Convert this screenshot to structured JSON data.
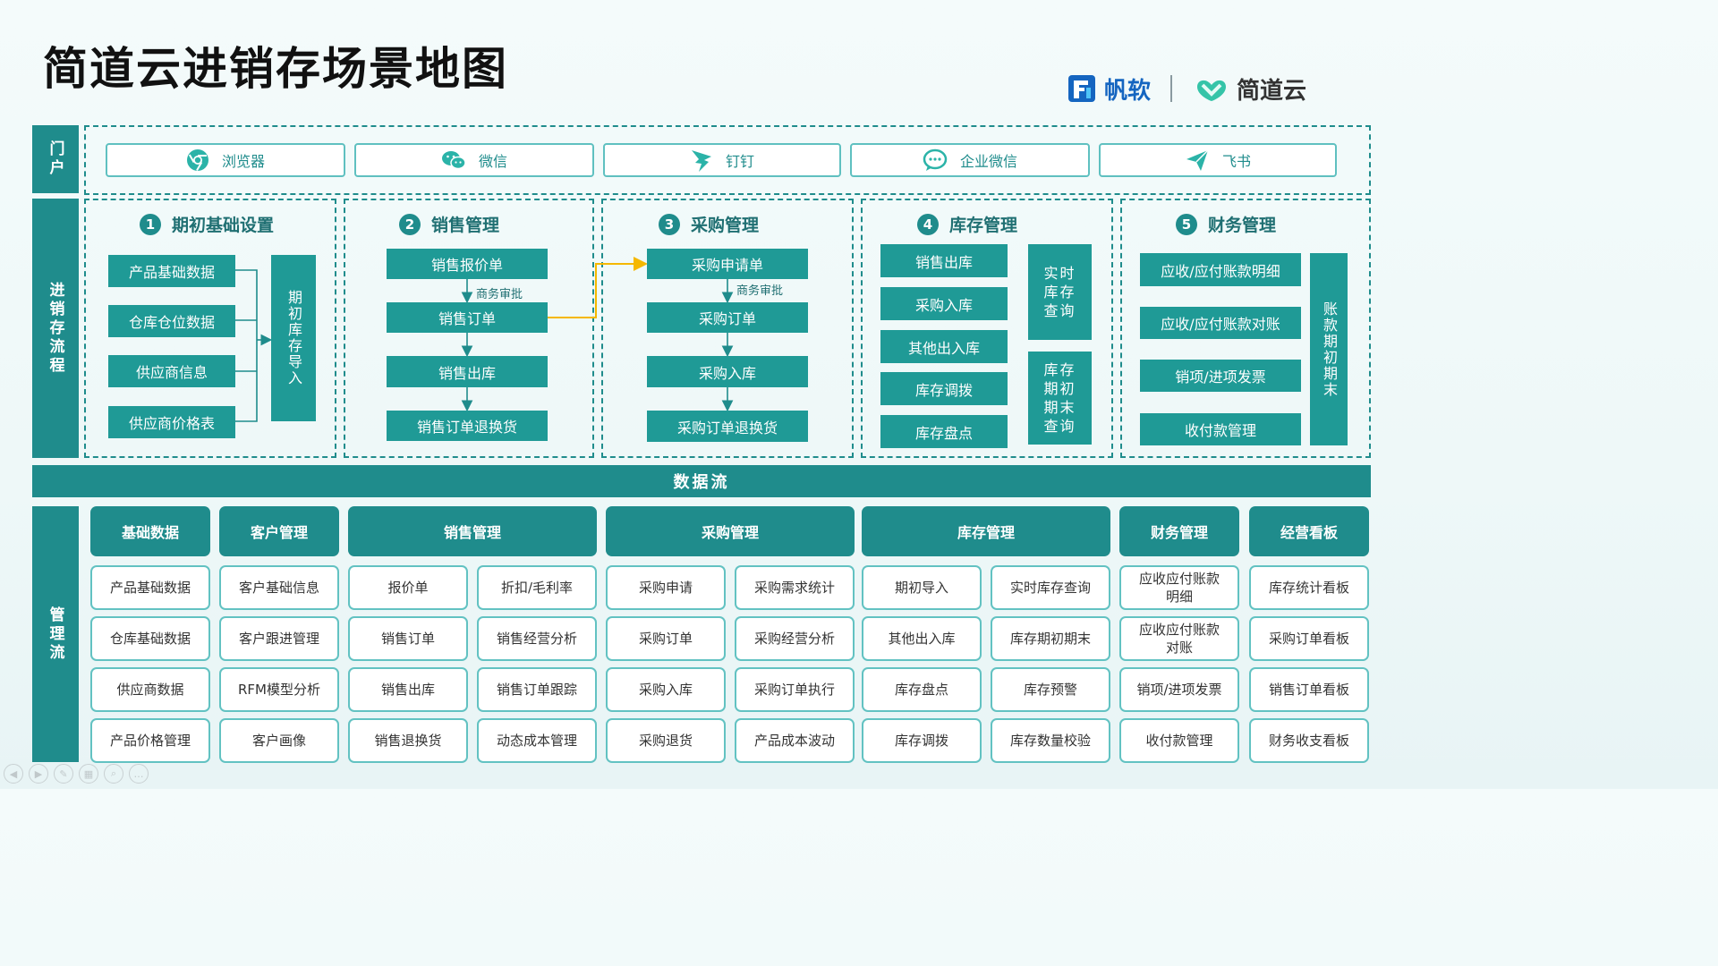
{
  "title": "简道云进销存场景地图",
  "logos": {
    "fanruan": "帆软",
    "jiandaoyun": "简道云"
  },
  "sidebar": {
    "portal": "门户",
    "process": "进销存流程",
    "management": "管理流"
  },
  "portals": [
    {
      "label": "浏览器",
      "icon": "chrome-icon"
    },
    {
      "label": "微信",
      "icon": "wechat-icon"
    },
    {
      "label": "钉钉",
      "icon": "dingtalk-icon"
    },
    {
      "label": "企业微信",
      "icon": "wecom-icon"
    },
    {
      "label": "飞书",
      "icon": "feishu-icon"
    }
  ],
  "process": {
    "s1": {
      "num": "1",
      "title": "期初基础设置",
      "items": [
        "产品基础数据",
        "仓库仓位数据",
        "供应商信息",
        "供应商价格表"
      ],
      "target": "期初库存导入"
    },
    "s2": {
      "num": "2",
      "title": "销售管理",
      "items": [
        "销售报价单",
        "销售订单",
        "销售出库",
        "销售订单退换货"
      ],
      "note": "商务审批"
    },
    "s3": {
      "num": "3",
      "title": "采购管理",
      "items": [
        "采购申请单",
        "采购订单",
        "采购入库",
        "采购订单退换货"
      ],
      "note": "商务审批"
    },
    "s4": {
      "num": "4",
      "title": "库存管理",
      "items": [
        "销售出库",
        "采购入库",
        "其他出入库",
        "库存调拨",
        "库存盘点"
      ],
      "side": [
        "实时库存查询",
        "库存期初期末查询"
      ]
    },
    "s5": {
      "num": "5",
      "title": "财务管理",
      "items": [
        "应收/应付账款明细",
        "应收/应付账款对账",
        "销项/进项发票",
        "收付款管理"
      ],
      "side": "账款期初期末"
    }
  },
  "data_flow": "数据流",
  "management": {
    "base": {
      "head": "基础数据",
      "items": [
        "产品基础数据",
        "仓库基础数据",
        "供应商数据",
        "产品价格管理"
      ]
    },
    "customer": {
      "head": "客户管理",
      "items": [
        "客户基础信息",
        "客户跟进管理",
        "RFM模型分析",
        "客户画像"
      ]
    },
    "sales": {
      "head": "销售管理",
      "col1": [
        "报价单",
        "销售订单",
        "销售出库",
        "销售退换货"
      ],
      "col2": [
        "折扣/毛利率",
        "销售经营分析",
        "销售订单跟踪",
        "动态成本管理"
      ]
    },
    "purchase": {
      "head": "采购管理",
      "col1": [
        "采购申请",
        "采购订单",
        "采购入库",
        "采购退货"
      ],
      "col2": [
        "采购需求统计",
        "采购经营分析",
        "采购订单执行",
        "产品成本波动"
      ]
    },
    "inventory": {
      "head": "库存管理",
      "col1": [
        "期初导入",
        "其他出入库",
        "库存盘点",
        "库存调拨"
      ],
      "col2": [
        "实时库存查询",
        "库存期初期末",
        "库存预警",
        "库存数量校验"
      ]
    },
    "finance": {
      "head": "财务管理",
      "items": [
        "应收应付账款明细",
        "应收应付账款对账",
        "销项/进项发票",
        "收付款管理"
      ]
    },
    "dashboard": {
      "head": "经营看板",
      "items": [
        "库存统计看板",
        "采购订单看板",
        "销售订单看板",
        "财务收支看板"
      ]
    }
  },
  "colors": {
    "primary": "#1f8c8c",
    "box": "#1f9a96",
    "arrow": "#f5b800",
    "border": "#62c2c2"
  }
}
